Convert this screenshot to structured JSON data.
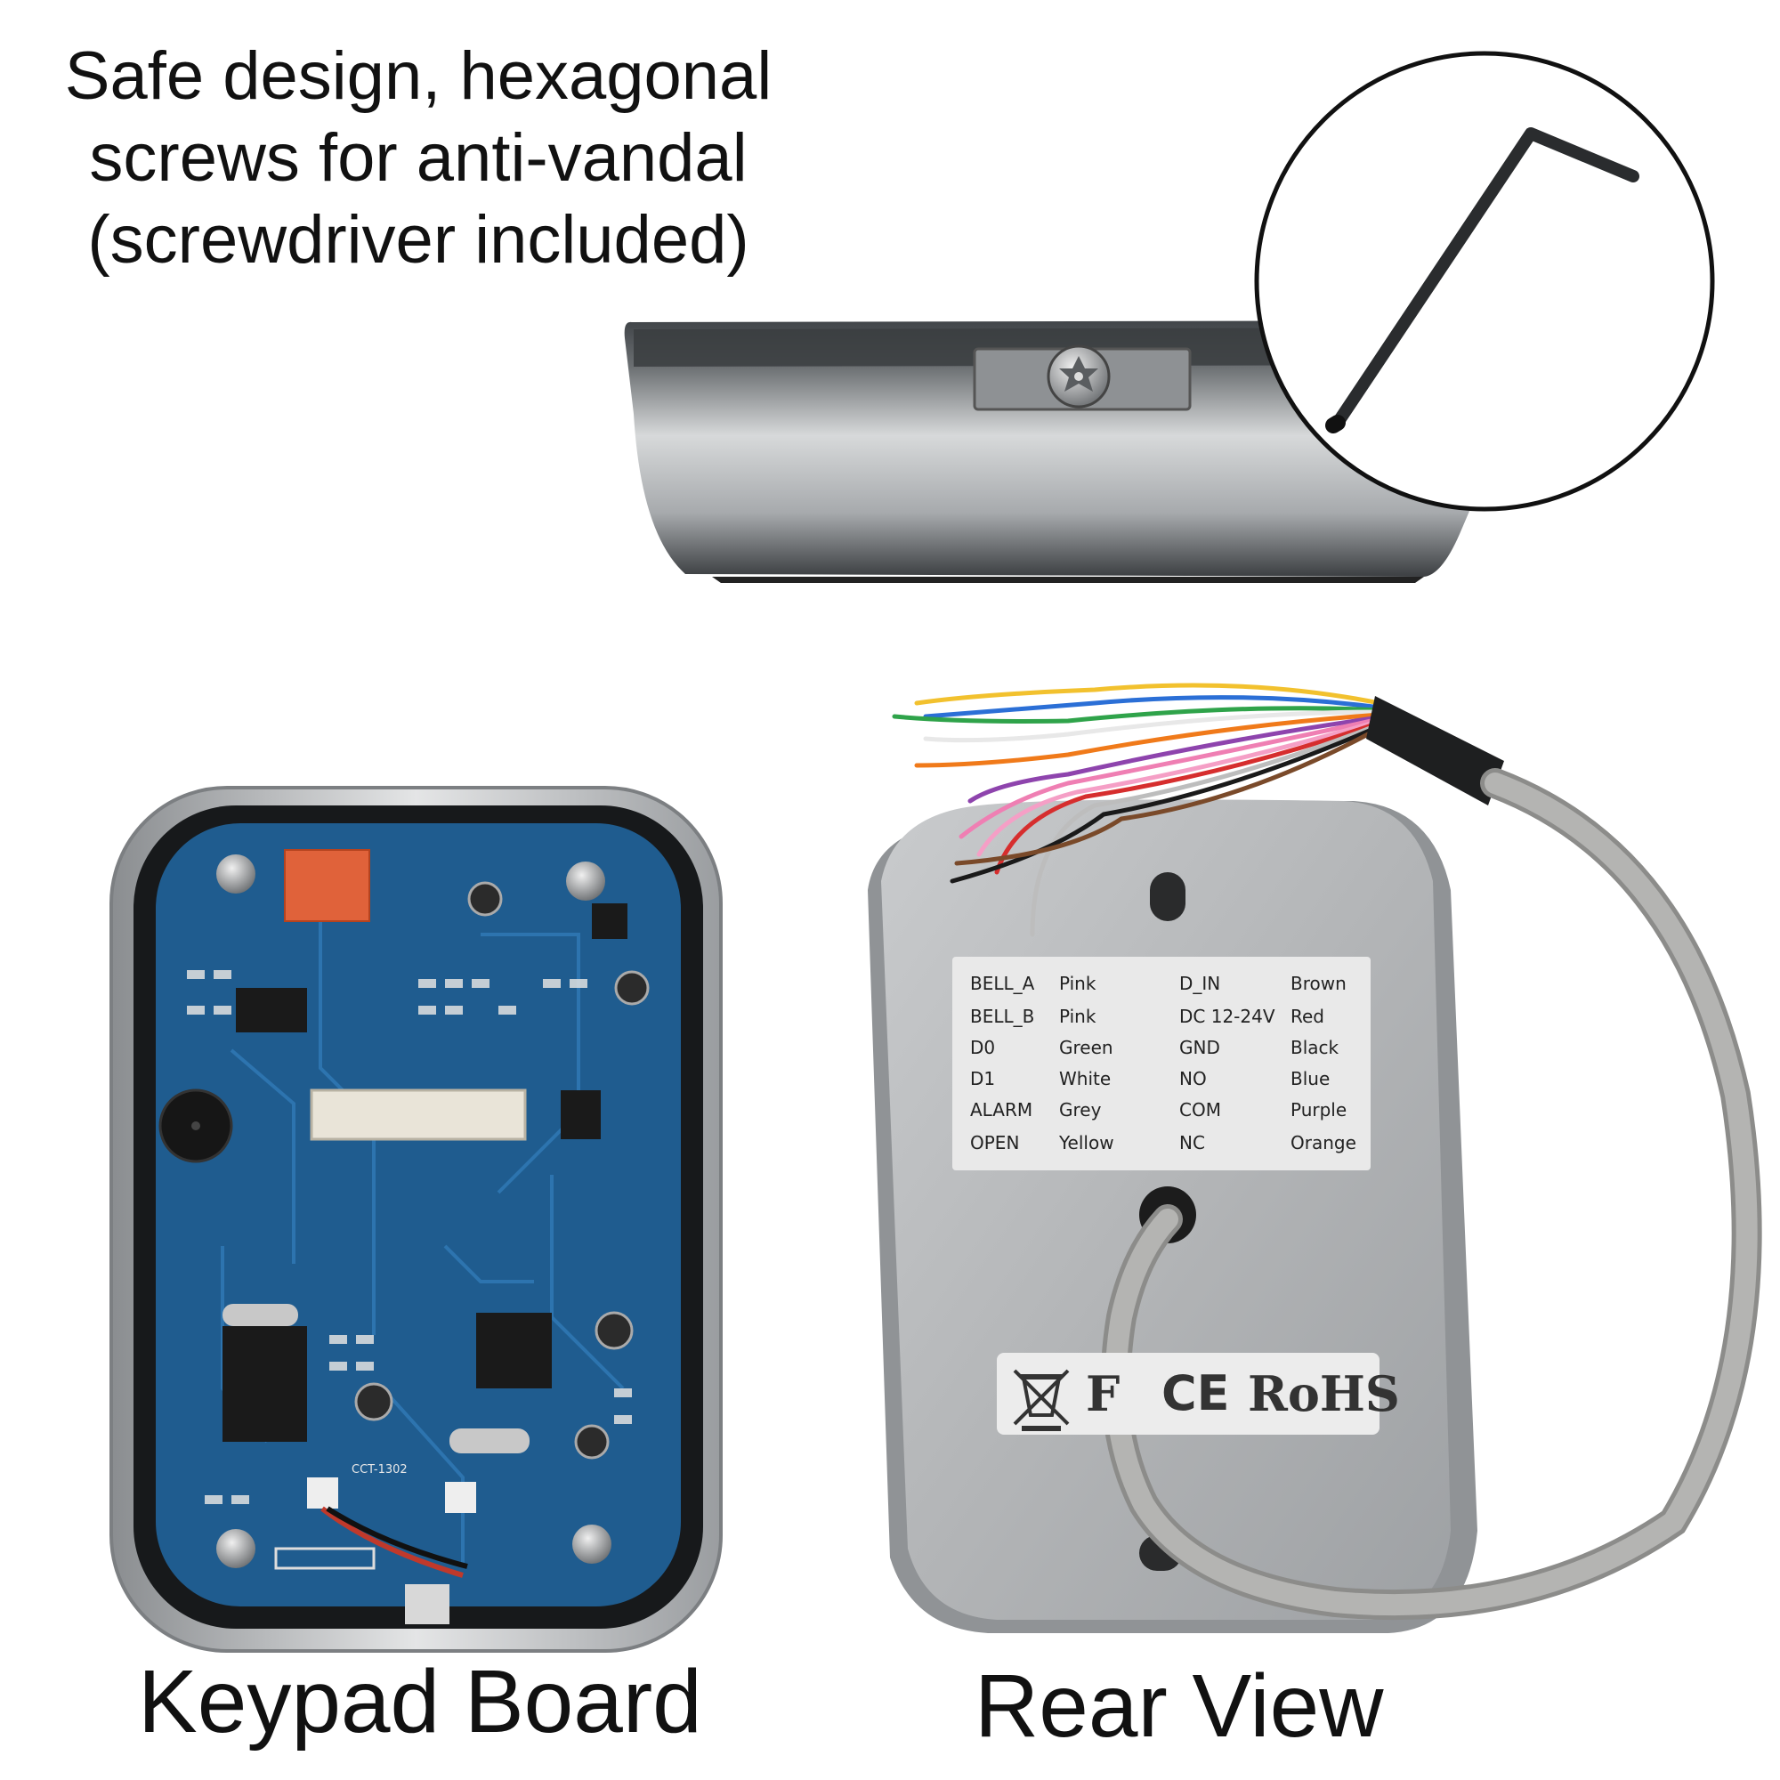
{
  "headline": {
    "line1": "Safe design, hexagonal",
    "line2": "screws for anti-vandal",
    "line3": "(screwdriver included)"
  },
  "captions": {
    "left": "Keypad Board",
    "right": "Rear View"
  },
  "wiring_label": {
    "rows": [
      [
        "BELL_A",
        "Pink",
        "D_IN",
        "Brown"
      ],
      [
        "BELL_B",
        "Pink",
        "DC 12-24V",
        "Red"
      ],
      [
        "D0",
        "Green",
        "GND",
        "Black"
      ],
      [
        "D1",
        "White",
        "NO",
        "Blue"
      ],
      [
        "ALARM",
        "Grey",
        "COM",
        "Purple"
      ],
      [
        "OPEN",
        "Yellow",
        "NC",
        "Orange"
      ]
    ]
  },
  "cert_label": {
    "ce": "CE",
    "rohs": "RoHS",
    "fcc_partial": "F"
  },
  "board_text": {
    "model": "CCT-1302"
  },
  "colors": {
    "pcb_blue": "#1f5c8f",
    "metal": "#b7b9bb",
    "cable_grey": "#b4b4b2",
    "relay_orange": "#e0623a"
  },
  "icons": {
    "weee": "crossed-bin-icon",
    "screwdriver": "torx-key-icon",
    "screw": "security-screw-icon"
  }
}
